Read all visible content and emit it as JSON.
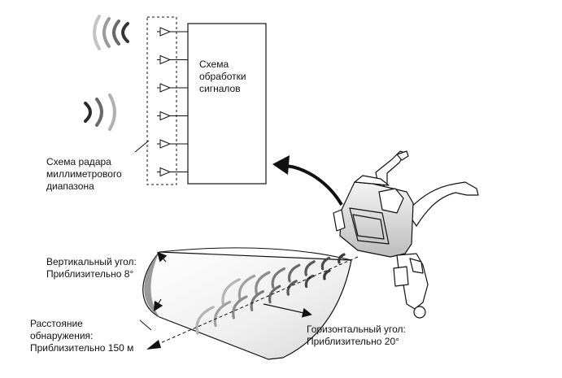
{
  "labels": {
    "processing": [
      "Схема",
      "обработки",
      "сигналов"
    ],
    "radar": [
      "Схема радара",
      "миллиметрового",
      "диапазона"
    ],
    "vertical": [
      "Вертикальный угол:",
      "Приблизительно 8°"
    ],
    "distance": [
      "Расстояние",
      "обнаружения:",
      "Приблизительно 150 м"
    ],
    "horizontal": [
      "Горизонтальный угол:",
      "Приблизительно 20°"
    ]
  },
  "antenna_count": 6,
  "colors": {
    "line": "#111111",
    "wave_dark": "#2a2a2a",
    "wave_light": "#c8c8c8",
    "beam_fill": "#eeeeee",
    "beam_shade": "#c9c9c9"
  }
}
